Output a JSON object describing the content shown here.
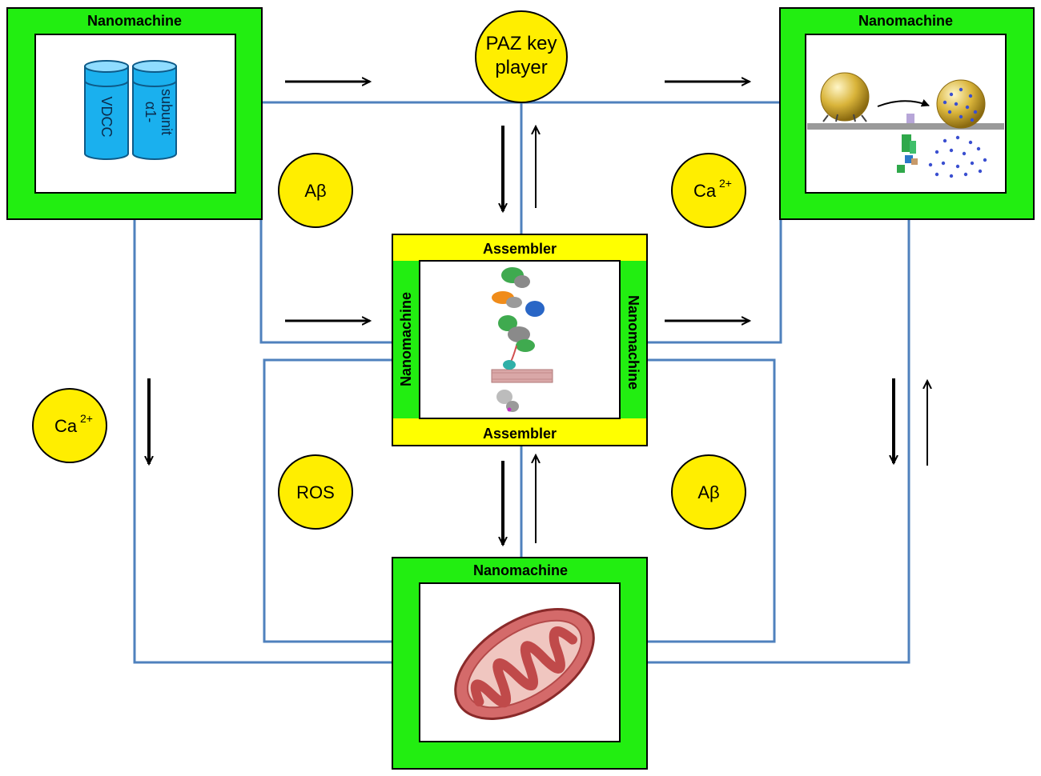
{
  "nodes": {
    "nanomachine_top_left": {
      "label": "Nanomachine"
    },
    "nanomachine_top_right": {
      "label": "Nanomachine"
    },
    "nanomachine_bottom": {
      "label": "Nanomachine"
    },
    "assembler": {
      "top_label": "Assembler",
      "bottom_label": "Assembler",
      "left_label": "Nanomachine",
      "right_label": "Nanomachine"
    }
  },
  "channel": {
    "cylinder_left_label": "VDCC",
    "cylinder_right_label_line1": "α1-",
    "cylinder_right_label_line2": "subunit"
  },
  "signals": {
    "paz_line1": "PAZ key",
    "paz_line2": "player",
    "abeta_top": "Aβ",
    "ca_top_base": "Ca",
    "ca_top_sup": "2+",
    "ca_left_base": "Ca",
    "ca_left_sup": "2+",
    "ros": "ROS",
    "abeta_bottom": "Aβ"
  },
  "colors": {
    "nanomachine_frame": "#22ee11",
    "assembler_band": "#ffff00",
    "signal_fill": "#ffee00",
    "connector": "#4f81bd",
    "cylinder": "#1ab0ee",
    "mitochondrion": "#d46a6a"
  }
}
